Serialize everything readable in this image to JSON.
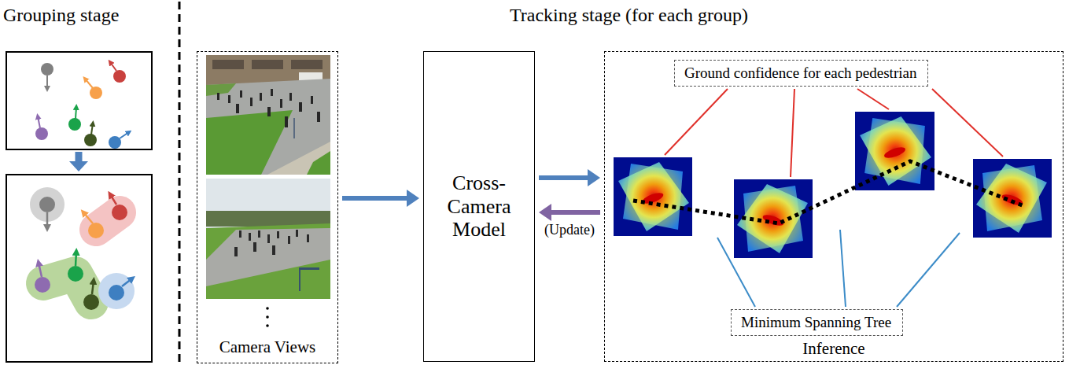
{
  "diagram": {
    "nodes": [
      {
        "text": [
          "Camera Views"
        ]
      },
      {
        "text": [
          "Cross- Camera Model"
        ]
      },
      {
        "text": [
          "Inference"
        ]
      },
      {
        "text": [
          "Ground confidence for each pedestrian"
        ],
        "in": 2
      },
      {
        "text": [
          "Minimum Spanning Tree"
        ],
        "in": 2
      }
    ],
    "edges": [
      {
        "from": 0,
        "to": 1,
        "arrow": "to"
      },
      {
        "from": 1,
        "to": 2,
        "arrow": "to"
      },
      {
        "from": 2,
        "to": 1,
        "arrow": "to",
        "label": "(Update)"
      }
    ],
    "labels": [
      "Grouping stage",
      "Tracking stage (for each group)"
    ]
  }
}
